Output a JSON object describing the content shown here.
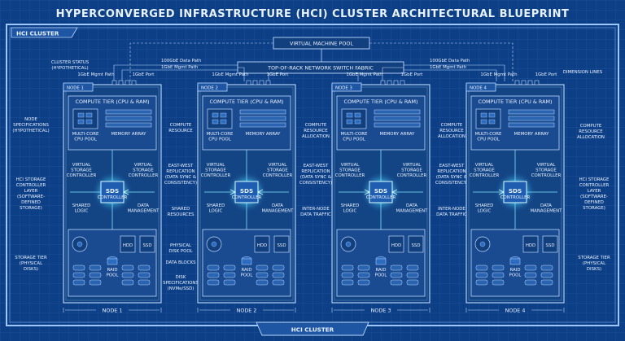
{
  "title": "HYPERCONVERGED INFRASTRUCTURE (HCI) CLUSTER ARCHITECTURAL BLUEPRINT",
  "cluster_tab": "HCI CLUSTER",
  "footer_label": "HCI CLUSTER",
  "vm_pool": "VIRTUAL MACHINE POOL",
  "tor_switch": "TOP-OF-RACK NETWORK SWITCH FABRIC",
  "data_path_labels": {
    "left_100": "100GbE Data Path",
    "left_1": "1GbE Mgmt Path",
    "right_100": "100GbE Data Path",
    "right_1": "1GbE Mgmt Path"
  },
  "port_label": "1GbE Port",
  "mgmt_path": "1GbE Mgmt Path",
  "annotations": {
    "cluster_status": "CLUSTER STATUS (HYPOTHETICAL)",
    "dimension_lines": "DIMENSION LINES",
    "node_specs": "NODE SPECIFICATIONS (HYPOTHETICAL)",
    "storage_ctrl_layer": "HCI STORAGE CONTROLLER LAYER (SOFTWARE-DEFINED STORAGE)",
    "storage_tier": "STORAGE TIER (PHYSICAL DISKS)",
    "compute_resource": "COMPUTE RESOURCE",
    "compute_resource_alloc": "COMPUTE RESOURCE ALLOCATION",
    "east_west": "EAST-WEST REPLICATION (DATA SYNC & CONSISTENCY)",
    "shared_resources": "SHARED RESOURCES",
    "inter_node": "INTER-NODE DATA TRAFFIC",
    "physical_disk_pool": "PHYSICAL DISK POOL",
    "data_blocks": "DATA BLOCKS",
    "disk_specs": "DISK SPECIFICATIONS (NVMe/SSD)"
  },
  "node_labels": {
    "compute_tier": "COMPUTE TIER (CPU & RAM)",
    "cpu_pool": "MULTI-CORE CPU POOL",
    "memory_array": "MEMORY ARRAY",
    "virtual_storage_controller": "VIRTUAL STORAGE CONTROLLER",
    "shared_logic": "SHARED LOGIC",
    "sds": "SDS",
    "controller": "CONTROLLER",
    "data_management": "DATA MANAGEMENT",
    "raid_pool": "RAID POOL",
    "hdd": "HDD",
    "ssd": "SSD"
  },
  "nodes": [
    {
      "id": "NODE 1",
      "footer": "NODE 1"
    },
    {
      "id": "NODE 2",
      "footer": "NODE 2"
    },
    {
      "id": "NODE 3",
      "footer": "NODE 3"
    },
    {
      "id": "NODE 4",
      "footer": "NODE 4"
    }
  ],
  "colors": {
    "background": "#0d3f86",
    "line": "#bcd9ff",
    "glow": "#7fe6ff",
    "card": "#1a4a8f"
  }
}
